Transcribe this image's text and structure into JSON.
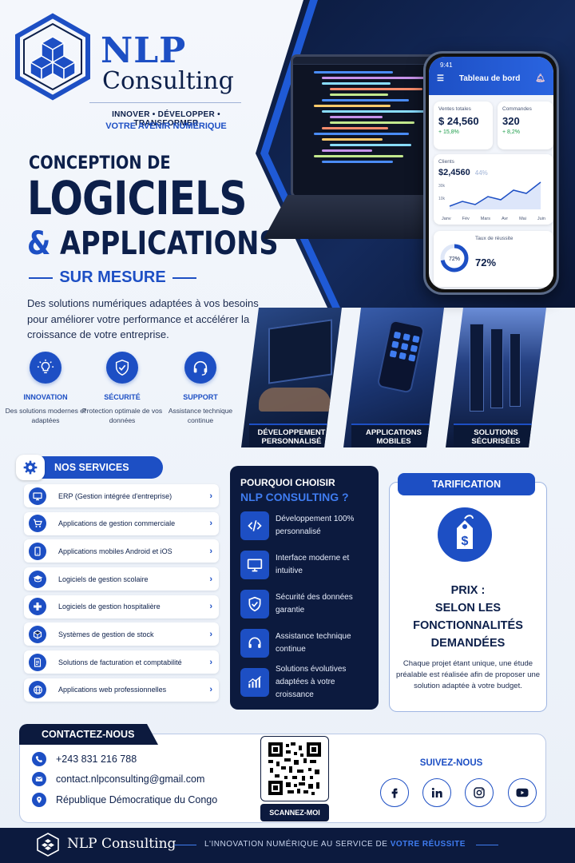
{
  "brand": {
    "name_top": "NLP",
    "name_bottom": "Consulting",
    "tagline": "INNOVER • DÉVELOPPER • TRANSFORMER",
    "tagline_sub": "VOTRE AVENIR NUMÉRIQUE"
  },
  "hero": {
    "line1": "CONCEPTION DE",
    "line2": "LOGICIELS",
    "line3_amp": "&",
    "line3": "APPLICATIONS",
    "line4": "SUR MESURE",
    "intro": "Des solutions numériques adaptées à vos besoins pour améliorer votre performance et accélérer la croissance de votre entreprise."
  },
  "features": [
    {
      "icon": "lightbulb-icon",
      "title": "INNOVATION",
      "desc": "Des solutions modernes et adaptées"
    },
    {
      "icon": "shield-icon",
      "title": "SÉCURITÉ",
      "desc": "Protection optimale de vos données"
    },
    {
      "icon": "headset-icon",
      "title": "SUPPORT",
      "desc": "Assistance technique continue"
    }
  ],
  "phone": {
    "time": "9:41",
    "title": "Tableau de bord",
    "sales_label": "Ventes totales",
    "sales_value": "$ 24,560",
    "sales_delta": "+ 15,8%",
    "orders_label": "Commandes",
    "orders_value": "320",
    "orders_delta": "+ 8,2%",
    "clients_label": "Clients",
    "clients_value": "$2,4560",
    "clients_delta": "44%",
    "chart_axis": "30k",
    "chart_axis2": "10k",
    "months": [
      "Janv",
      "Fév",
      "Mars",
      "Avr",
      "Mai",
      "Juin"
    ],
    "success_label": "Taux de réussite",
    "success_value": "72%",
    "success_ring": "72%"
  },
  "photos": [
    {
      "label": "DÉVELOPPEMENT PERSONNALISÉ"
    },
    {
      "label": "APPLICATIONS MOBILES"
    },
    {
      "label": "SOLUTIONS SÉCURISÉES"
    }
  ],
  "services": {
    "title": "NOS SERVICES",
    "items": [
      {
        "icon": "monitor-icon",
        "label": "ERP (Gestion intégrée d'entreprise)"
      },
      {
        "icon": "cart-icon",
        "label": "Applications de gestion commerciale"
      },
      {
        "icon": "smartphone-icon",
        "label": "Applications mobiles Android et iOS"
      },
      {
        "icon": "graduation-cap-icon",
        "label": "Logiciels de gestion scolaire"
      },
      {
        "icon": "medical-cross-icon",
        "label": "Logiciels de gestion hospitalière"
      },
      {
        "icon": "box-icon",
        "label": "Systèmes de gestion de stock"
      },
      {
        "icon": "invoice-icon",
        "label": "Solutions de facturation et comptabilité"
      },
      {
        "icon": "globe-icon",
        "label": "Applications web professionnelles"
      }
    ]
  },
  "why": {
    "title1": "POURQUOI CHOISIR",
    "title2": "NLP CONSULTING ?",
    "items": [
      {
        "icon": "code-icon",
        "label": "Développement 100% personnalisé"
      },
      {
        "icon": "monitor-icon",
        "label": "Interface moderne et intuitive"
      },
      {
        "icon": "shield-check-icon",
        "label": "Sécurité des données garantie"
      },
      {
        "icon": "headset-icon",
        "label": "Assistance technique continue"
      },
      {
        "icon": "growth-chart-icon",
        "label": "Solutions évolutives adaptées à votre croissance"
      }
    ]
  },
  "pricing": {
    "title": "TARIFICATION",
    "price_line1": "PRIX :",
    "price_line2": "SELON LES",
    "price_line3": "FONCTIONNALITÉS",
    "price_line4": "DEMANDÉES",
    "desc": "Chaque projet étant unique, une étude préalable est réalisée afin de proposer une solution adaptée à votre budget."
  },
  "contact": {
    "title": "CONTACTEZ-NOUS",
    "phone": "+243 831 216 788",
    "email": "contact.nlpconsulting@gmail.com",
    "location": "République Démocratique du Congo",
    "qr_button": "SCANNEZ-MOI",
    "follow": "SUIVEZ-NOUS"
  },
  "footer": {
    "brand": "NLP Consulting",
    "tagline": "L'INNOVATION NUMÉRIQUE AU SERVICE DE",
    "tagline_accent": "VOTRE RÉUSSITE"
  },
  "colors": {
    "primary": "#1d4fc4",
    "navy": "#0c1a3e",
    "accent": "#3f7cf0",
    "positive": "#1a9c48"
  }
}
